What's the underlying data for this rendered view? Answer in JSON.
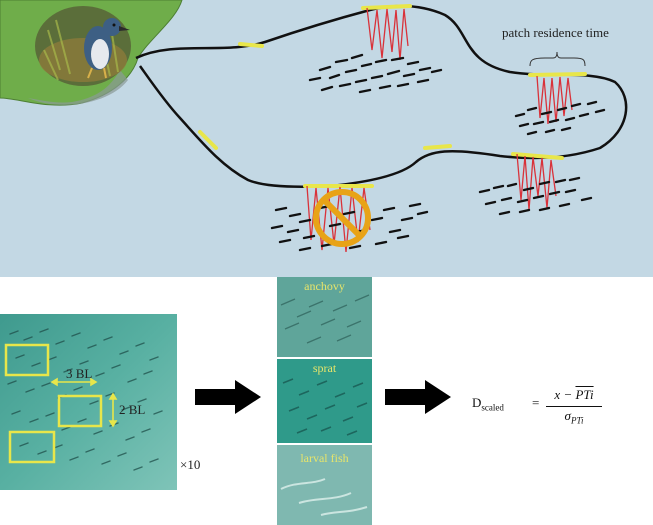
{
  "diagram": {
    "patch_residence_label": "patch residence time",
    "spacing_horizontal_label": "3 BL",
    "spacing_vertical_label": "2 BL",
    "replicates_label": "×10",
    "species": [
      {
        "name": "anchovy",
        "color": "#5fa59a"
      },
      {
        "name": "sprat",
        "color": "#2f9a8a"
      },
      {
        "name": "larval fish",
        "color": "#7fb8b0"
      }
    ],
    "formula": {
      "lhs": "D",
      "lhs_sub": "scaled",
      "equals": "=",
      "numerator_x": "x",
      "numerator_minus": "−",
      "numerator_mean": "PTi",
      "denominator_sigma": "σ",
      "denominator_sub": "PTi"
    },
    "colors": {
      "sea": "#c3d8e4",
      "land": "#6fad4a",
      "track": "#111111",
      "dive": "#d9323a",
      "patch_marker": "#e8e64a",
      "sample_box": "#e8e64a",
      "prohibit_sign": "#e8a317"
    },
    "icons": [
      "penguin-photo",
      "prohibit-icon",
      "arrow-right-icon"
    ]
  }
}
